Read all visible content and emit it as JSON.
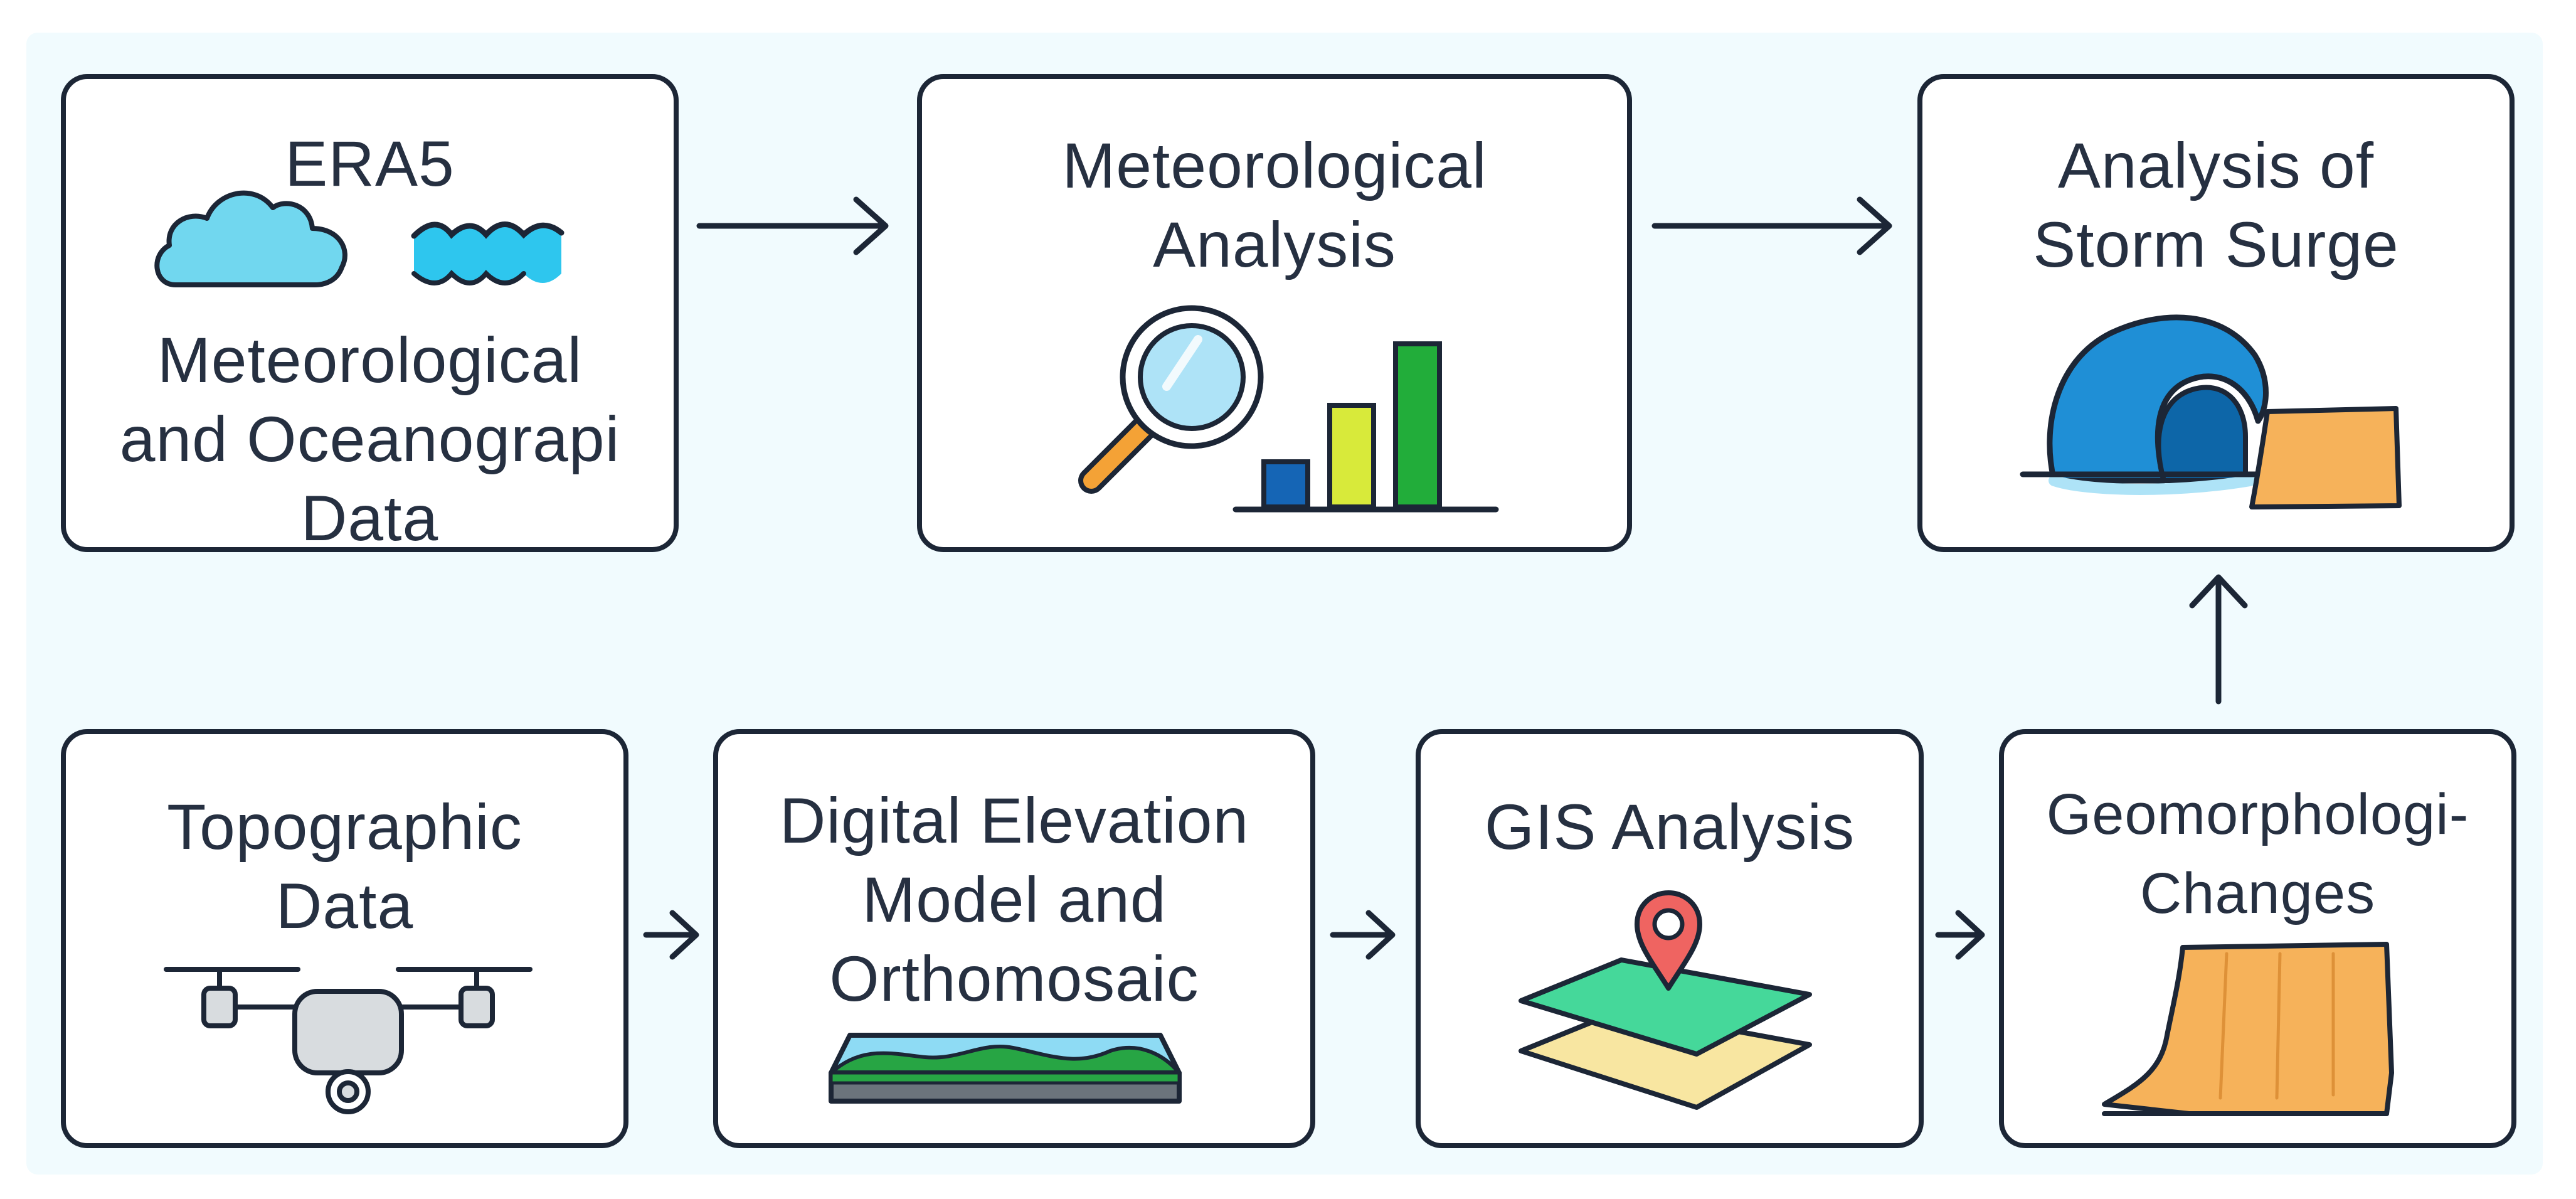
{
  "diagram": {
    "nodes": {
      "era5": {
        "title": "ERA5",
        "label": "Meteorological\nand Oceanograpi\nData"
      },
      "met_analysis": {
        "label": "Meteorological\nAnalysis"
      },
      "storm_surge": {
        "label": "Analysis of\nStorm Surge"
      },
      "topo_data": {
        "label": "Topographic\nData"
      },
      "dem": {
        "label": "Digital Elevation\nModel and\nOrthomosaic"
      },
      "gis": {
        "label": "GIS Analysis"
      },
      "geomorph": {
        "label": "Geomorphologi-\nChanges"
      }
    },
    "edges": [
      {
        "from": "era5",
        "to": "met_analysis"
      },
      {
        "from": "met_analysis",
        "to": "storm_surge"
      },
      {
        "from": "topo_data",
        "to": "dem"
      },
      {
        "from": "dem",
        "to": "gis"
      },
      {
        "from": "gis",
        "to": "geomorph"
      },
      {
        "from": "geomorph",
        "to": "storm_surge"
      }
    ],
    "icons": {
      "era5": [
        "cloud-icon",
        "ocean-waves-icon"
      ],
      "met_analysis": [
        "magnifying-glass-icon",
        "bar-chart-icon"
      ],
      "storm_surge": [
        "tidal-wave-icon",
        "coastal-cliff-icon"
      ],
      "topo_data": [
        "drone-icon"
      ],
      "dem": [
        "terrain-model-icon"
      ],
      "gis": [
        "map-pin-icon",
        "layered-maps-icon"
      ],
      "geomorph": [
        "cliff-icon"
      ]
    },
    "colors": {
      "background": "#f1fbfe",
      "outline": "#1c2636",
      "text": "#263041",
      "cloud": "#71d7ef",
      "water": "#2ec6ee",
      "wave_dark": "#0d66a8",
      "wave_light": "#1f8fd6",
      "chart_blue": "#1565b5",
      "chart_yellow": "#d8ea3a",
      "chart_green": "#22ad3a",
      "magnifier_handle": "#f4a236",
      "lens": "#aee3f7",
      "sand": "#f6b25a",
      "map_green": "#45d89a",
      "map_yellow": "#f8e6a1",
      "pin_red": "#ef6461",
      "drone_gray": "#d8dcdf",
      "terrain_green": "#27a544",
      "terrain_water": "#8edbf4"
    }
  }
}
